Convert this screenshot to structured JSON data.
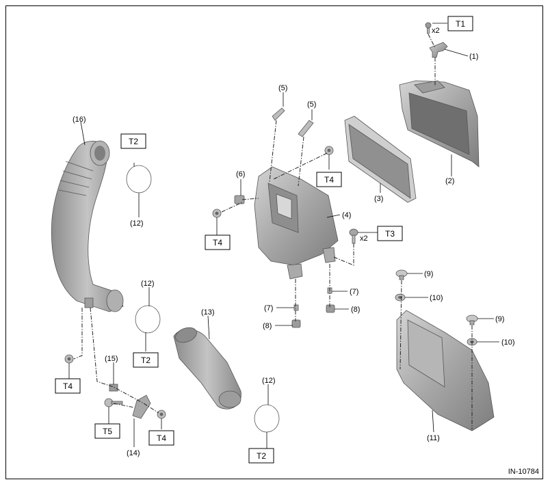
{
  "diagram_id": "IN-10784",
  "callouts": {
    "c1": "(1)",
    "c2": "(2)",
    "c3": "(3)",
    "c4": "(4)",
    "c5a": "(5)",
    "c5b": "(5)",
    "c6": "(6)",
    "c7a": "(7)",
    "c7b": "(7)",
    "c8a": "(8)",
    "c8b": "(8)",
    "c9a": "(9)",
    "c9b": "(9)",
    "c10a": "(10)",
    "c10b": "(10)",
    "c11": "(11)",
    "c12a": "(12)",
    "c12b": "(12)",
    "c12c": "(12)",
    "c13": "(13)",
    "c14": "(14)",
    "c15": "(15)",
    "c16": "(16)"
  },
  "torques": {
    "t1": "T1",
    "t2a": "T2",
    "t2b": "T2",
    "t2c": "T2",
    "t3": "T3",
    "t4a": "T4",
    "t4b": "T4",
    "t4c": "T4",
    "t4d": "T4",
    "t5": "T5"
  },
  "quantities": {
    "q1": "x2",
    "q2": "x2"
  },
  "colors": {
    "part_fill": "#a9a9a9",
    "part_dark": "#7a7a7a",
    "part_light": "#cfcfcf",
    "line": "#000000"
  }
}
